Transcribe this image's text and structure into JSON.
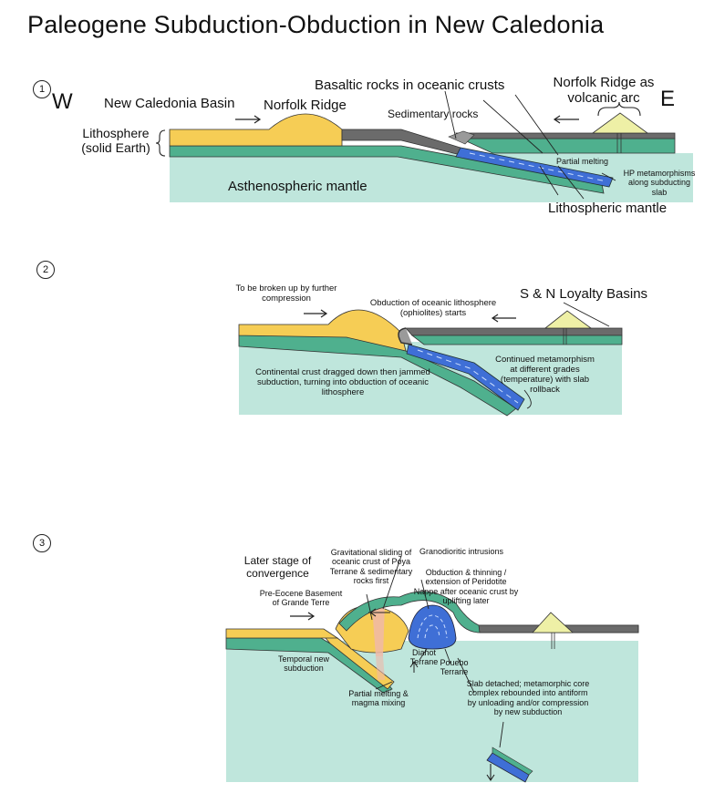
{
  "title": "Paleogene Subduction-Obduction in New Caledonia",
  "stage1": {
    "number": "1",
    "west": "W",
    "east": "E",
    "new_caledonia_basin": "New Caledonia Basin",
    "norfolk_ridge": "Norfolk Ridge",
    "basaltic_rocks": "Basaltic rocks in oceanic crusts",
    "norfolk_ridge_arc": "Norfolk Ridge as volcanic arc",
    "sedimentary_rocks": "Sedimentary rocks",
    "lithosphere": "Lithosphere (solid Earth)",
    "partial_melting": "Partial melting",
    "hp_metamorphism": "HP metamorphisms along subducting slab",
    "asthenospheric_mantle": "Asthenospheric mantle",
    "lithospheric_mantle": "Lithospheric mantle"
  },
  "stage2": {
    "number": "2",
    "to_be_broken": "To be broken up by further compression",
    "loyalty_basins": "S & N Loyalty Basins",
    "obduction_starts": "Obduction of oceanic lithosphere (ophiolites) starts",
    "continental_crust": "Continental crust dragged down then jammed subduction, turning into obduction of oceanic lithosphere",
    "continued_metamorphism": "Continued metamorphism at different grades (temperature) with slab rollback"
  },
  "stage3": {
    "number": "3",
    "later_stage": "Later stage of convergence",
    "gravitational_sliding": "Gravitational sliding of oceanic crust of Poya Terrane & sedimentary rocks first",
    "granodioritic": "Granodioritic intrusions",
    "obduction_thinning": "Obduction & thinning / extension of Peridotite Nappe after oceanic crust by uplifting later",
    "pre_eocene": "Pre-Eocene Basement of Grande Terre",
    "temporal_subduction": "Temporal new subduction",
    "diahot": "Diahot Terrane",
    "pouebo": "Pouebo Terrane",
    "partial_melting_mixing": "Partial melting & magma mixing",
    "slab_detached": "Slab detached; metamorphic core complex rebounded into antiform by unloading and/or compression by new subduction"
  },
  "colors": {
    "mantle": "#bfe6dc",
    "lithosphere": "#4fb08e",
    "continental": "#f6cd55",
    "oceanic_crust": "#6b6b6b",
    "slab": "#3f6fd6",
    "arc": "#eef0a6",
    "melt": "#f0b8a8"
  }
}
